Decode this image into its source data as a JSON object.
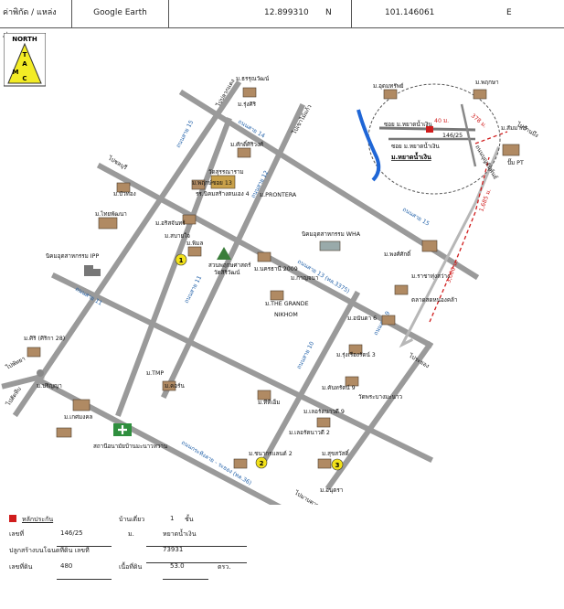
{
  "header": {
    "place_label": "ค่าพิกัด / แหล่งที่มา",
    "source": "Google Earth",
    "lat": "12.899310",
    "lat_dir": "N",
    "lon": "101.146061",
    "lon_dir": "E"
  },
  "north_box": {
    "title": "NORTH",
    "letters": [
      "T",
      "A",
      "M",
      "C"
    ]
  },
  "map": {
    "roads": {
      "r15": "ถนนสาย 15",
      "r12": "ถนนสาย 12",
      "r13": "ถนนสาย 13 (ทล.3375)",
      "r11": "ถนนสาย 11",
      "r11b": "ถนนสาย 11",
      "r9": "ถนนสาย 9",
      "r10": "ถนนสาย 10",
      "r36": "ถนนกระทิงลาย - ระยอง (ทล.36)",
      "r15b": "ถนนสาย 15",
      "r14": "ถนนสาย 14"
    },
    "directions": {
      "to_pluak_daeng": "ไปปลวกแดง",
      "to_khao_kho": "ไปเขาไม้แก้ว",
      "to_rayong": "ไประยอง",
      "to_ban_bueng": "ไปบ้านบึง",
      "to_chonburi": "ไปชลบุรี",
      "to_pattaya": "ไปพัทยา",
      "to_nikhom": "ไปนิคมฯ",
      "to_ban_chang": "ไปมาบตาพุด",
      "to_sattahip": "ไปสัตหีบ"
    },
    "places": {
      "ruangjaroen": "ม.ธรรุณวัฒน์",
      "rungsiri": "ม.รุ่งศิริ",
      "sakdi": "ม.ศักดิ์ศิริวงศ์",
      "wat_sarn": "วัดสุรรณาราม",
      "phrueksa": "ม.พฤกษ์ซอย 13",
      "school4": "รร.นิคมสร้างตนเอง 4",
      "prontera": "ม.PRONTERA",
      "bua_thong": "ม.บัวทอง",
      "thai_phat": "ม.ไทยพัฒนา",
      "arisa": "ม.อริสจันทร์",
      "sabai": "ม.สบายใจ",
      "ipp": "นิคมอุตสาหกรรม IPP",
      "phimon": "ม.พิมล",
      "suan_san": "สวนพฤกษศาสตร์",
      "wat_siri": "วัดสิริวัฒน์",
      "wha": "นิคมอุตสาหกรรม WHA",
      "nakon_2009": "ม.นครธานี 2009",
      "kan_tong": "ม.กาญจนา",
      "the_grande": "ม.THE GRANDE",
      "nikhom_text": "NIKHOM",
      "ananda": "ม.อนันดา 6",
      "ruengrat": "ม.รุ่งเรืองรัตน์ 3",
      "kantarat": "ม.คันทรัตน์ 9",
      "wat_bang": "วัดพระบางมะนาว",
      "lert9": "ม.เลอรัตนาวดี 9",
      "lert2": "ม.เลอรัตนาวดี 2",
      "chana": "ม.ชนากรแลนด์ 2",
      "suksawat": "ม.สุขสวัสดิ์",
      "anutra": "ม.อนุตรา",
      "wasamut": "ม.ศิริ (ศิริกา 28)",
      "tmp": "ม.TMP",
      "korm": "ม.คอร์น",
      "ma_tao": "ม.ทีทีเอ็ม",
      "ket_mungkorn": "ม.เกศมงคล",
      "hospital": "สถานีอนามัยบ้านมะนาวหวาน",
      "parin": "ม.ปริญญา",
      "sammakorn": "ม.สัมมากร",
      "pongsak": "ม.พงศ์ศักดิ์",
      "rachat": "ม.ราชาทุ่งสว่าง",
      "market": "ตลาดสดหนองคล้า",
      "phatt": "ม.พฤกษา",
      "noi": "ม.หยาดน้ำเงิน",
      "khwan": "ปั๊ม PT",
      "chalongkrung": "ม.อุดมทรัพย์"
    },
    "inset": {
      "target": "ม.หยาดน้ำเงิน",
      "road_a": "ซอย ม.หยาดน้ำเงิน",
      "road_b": "ซอย ม.หยาดน้ำเงิน",
      "road_c": "ถนนบุญสัมพันธ์",
      "dist1": "40 ม.",
      "dist2": "146/25",
      "dist3": "378 ม.",
      "dist4": "1,685 ม.",
      "dist5": "3,000 ม."
    },
    "markers": [
      "1",
      "2",
      "3"
    ]
  },
  "legend": {
    "swatch_label": "หลักประกัน",
    "type_label": "บ้านเดี่ยว",
    "storeys": "1",
    "storey_unit": "ชั้น",
    "no_label": "เลขที่",
    "no_value": "146/25",
    "village_label": "ม.",
    "village_value": "หยาดน้ำเงิน",
    "deed_label": "ปลูกสร้างบนโฉนดที่ดิน เลขที่",
    "deed_value": "73931",
    "land_no_label": "เลขที่ดิน",
    "land_no_value": "480",
    "area_label": "เนื้อที่ดิน",
    "area_value": "53.0",
    "area_unit": "ตรว."
  },
  "colors": {
    "road": "#9a9a9a",
    "marker": "#f2e11a",
    "target": "#d01c1c",
    "river": "#1f66d6",
    "road_label": "#1f5fa8"
  }
}
